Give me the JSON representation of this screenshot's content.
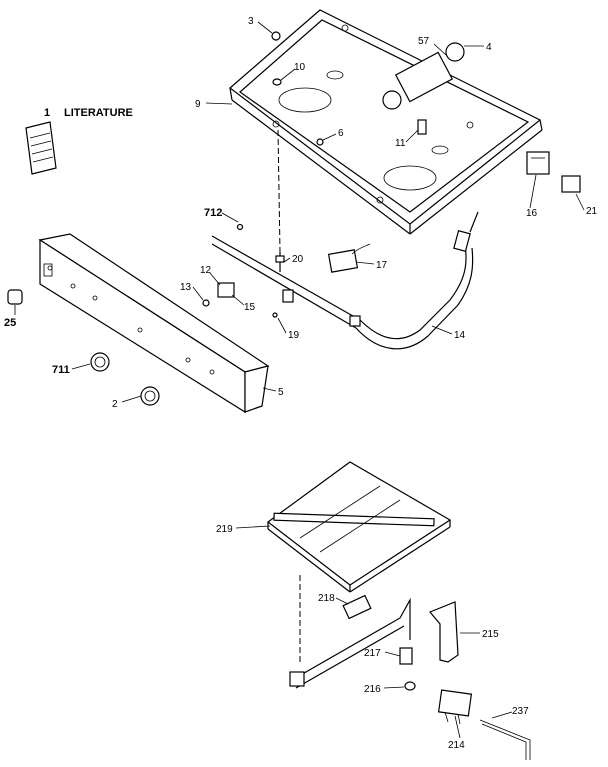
{
  "diagram": {
    "literature_label": "LITERATURE",
    "callouts": {
      "c1": "1",
      "c2": "2",
      "c3": "3",
      "c4": "4",
      "c5": "5",
      "c6": "6",
      "c9": "9",
      "c10": "10",
      "c11": "11",
      "c12": "12",
      "c13": "13",
      "c14": "14",
      "c15": "15",
      "c16": "16",
      "c17": "17",
      "c19": "19",
      "c20": "20",
      "c21": "21",
      "c25": "25",
      "c57": "57",
      "c711": "711",
      "c712": "712",
      "c214": "214",
      "c215": "215",
      "c216": "216",
      "c217": "217",
      "c218": "218",
      "c219": "219",
      "c237": "237"
    }
  }
}
